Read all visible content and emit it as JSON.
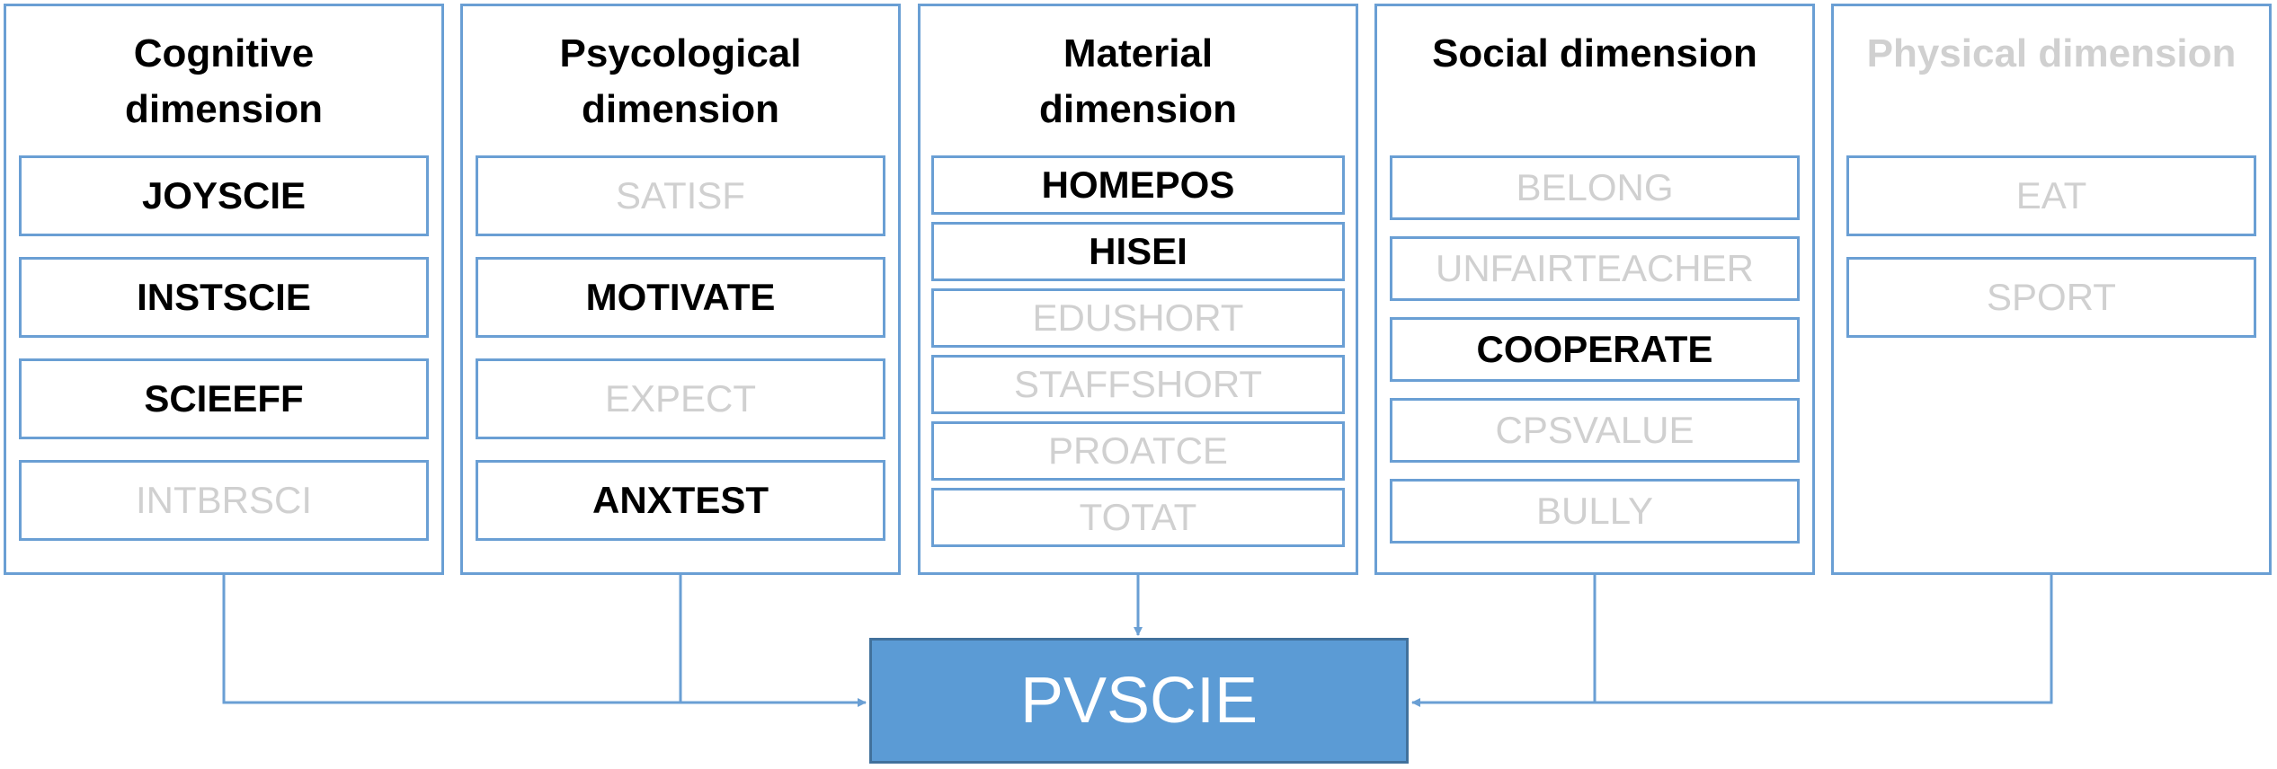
{
  "dimensions": [
    {
      "key": "cognitive",
      "title": "Cognitive dimension",
      "muted": false,
      "items": [
        {
          "label": "JOYSCIE",
          "active": true
        },
        {
          "label": "INSTSCIE",
          "active": true
        },
        {
          "label": "SCIEEFF",
          "active": true
        },
        {
          "label": "INTBRSCI",
          "active": false
        }
      ]
    },
    {
      "key": "psycological",
      "title": "Psycological dimension",
      "muted": false,
      "items": [
        {
          "label": "SATISF",
          "active": false
        },
        {
          "label": "MOTIVATE",
          "active": true
        },
        {
          "label": "EXPECT",
          "active": false
        },
        {
          "label": "ANXTEST",
          "active": true
        }
      ]
    },
    {
      "key": "material",
      "title": "Material dimension",
      "muted": false,
      "items": [
        {
          "label": "HOMEPOS",
          "active": true
        },
        {
          "label": "HISEI",
          "active": true
        },
        {
          "label": "EDUSHORT",
          "active": false
        },
        {
          "label": "STAFFSHORT",
          "active": false
        },
        {
          "label": "PROATCE",
          "active": false
        },
        {
          "label": "TOTAT",
          "active": false
        }
      ]
    },
    {
      "key": "social",
      "title": "Social dimension",
      "muted": false,
      "items": [
        {
          "label": "BELONG",
          "active": false
        },
        {
          "label": "UNFAIRTEACHER",
          "active": false
        },
        {
          "label": "COOPERATE",
          "active": true
        },
        {
          "label": "CPSVALUE",
          "active": false
        },
        {
          "label": "BULLY",
          "active": false
        }
      ]
    },
    {
      "key": "physical",
      "title": "Physical dimension",
      "muted": true,
      "items": [
        {
          "label": "EAT",
          "active": false
        },
        {
          "label": "SPORT",
          "active": false
        }
      ]
    }
  ],
  "target": {
    "label": "PVSCIE"
  },
  "colors": {
    "border": "#6a9fd4",
    "target_fill": "#5b9bd5",
    "muted_text": "#d0d0d0"
  }
}
